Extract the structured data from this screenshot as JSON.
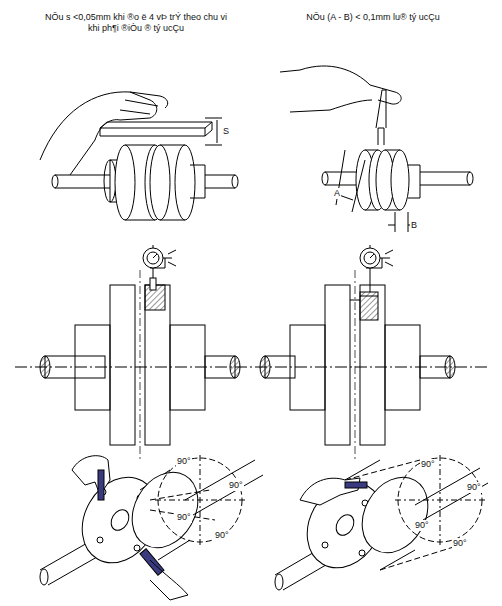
{
  "diagram": {
    "labels": [
      "NÕu s <0,05mm khi ®o ë 4 vÞ trÝ theo chu vi khi ph¶i ®iÒu ® tý ucÇu",
      "NÕu (A - B) < 0,1mm lu® tý ucÇu",
      "S",
      "A",
      "B",
      "90°",
      "90°",
      "90°",
      "90°",
      "90°",
      "90°",
      "90°",
      "90°"
    ]
  }
}
